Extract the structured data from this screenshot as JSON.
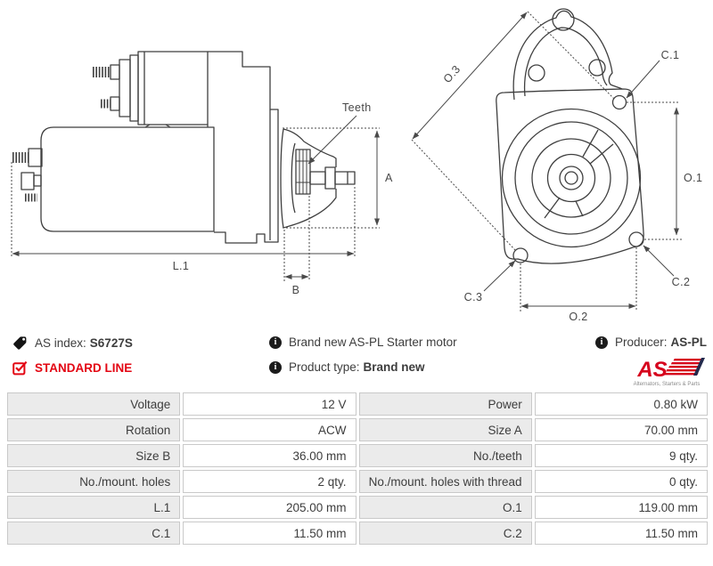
{
  "drawing": {
    "side": {
      "teeth": "Teeth",
      "a": "A",
      "b": "B",
      "l1": "L.1"
    },
    "front": {
      "o3": "O.3",
      "c1": "C.1",
      "o1": "O.1",
      "c2": "C.2",
      "c3": "C.3",
      "o2": "O.2"
    }
  },
  "info": {
    "as_index_label": "AS index:",
    "as_index_value": "S6727S",
    "line_badge": "STANDARD LINE",
    "description": "Brand new AS-PL Starter motor",
    "product_type_label": "Product type:",
    "product_type_value": "Brand new",
    "producer_label": "Producer:",
    "producer_value": "AS-PL",
    "logo_text": "AS",
    "logo_tagline": "Alternators, Starters & Parts"
  },
  "colors": {
    "accent_red": "#e30613",
    "drawing_line": "#3f3f3f",
    "dimension_line": "#4a4a4a",
    "table_label_bg": "#ebebeb",
    "table_border": "#c9c9c9"
  },
  "specs": {
    "rows": [
      {
        "label1": "Voltage",
        "value1": "12 V",
        "label2": "Power",
        "value2": "0.80 kW"
      },
      {
        "label1": "Rotation",
        "value1": "ACW",
        "label2": "Size A",
        "value2": "70.00 mm"
      },
      {
        "label1": "Size B",
        "value1": "36.00 mm",
        "label2": "No./teeth",
        "value2": "9 qty."
      },
      {
        "label1": "No./mount. holes",
        "value1": "2 qty.",
        "label2": "No./mount. holes with thread",
        "value2": "0 qty."
      },
      {
        "label1": "L.1",
        "value1": "205.00 mm",
        "label2": "O.1",
        "value2": "119.00 mm"
      },
      {
        "label1": "C.1",
        "value1": "11.50 mm",
        "label2": "C.2",
        "value2": "11.50 mm"
      }
    ]
  }
}
